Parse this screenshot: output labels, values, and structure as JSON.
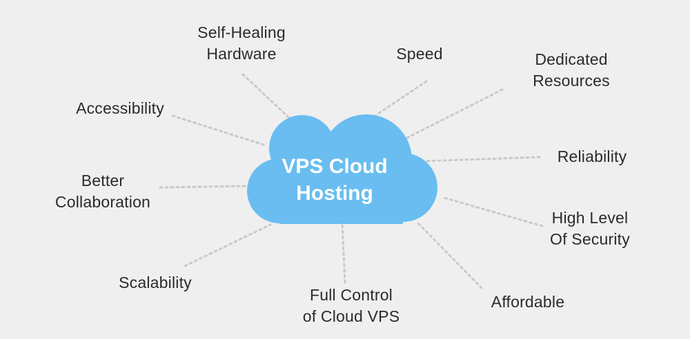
{
  "center": {
    "title": "VPS Cloud\nHosting",
    "cloud_color": "#69bdf0"
  },
  "connector_color": "#c9c9c9",
  "features": [
    {
      "id": "self-healing-hardware",
      "label": "Self-Healing\nHardware"
    },
    {
      "id": "speed",
      "label": "Speed"
    },
    {
      "id": "dedicated-resources",
      "label": "Dedicated\nResources"
    },
    {
      "id": "accessibility",
      "label": "Accessibility"
    },
    {
      "id": "reliability",
      "label": "Reliability"
    },
    {
      "id": "better-collaboration",
      "label": "Better\nCollaboration"
    },
    {
      "id": "high-level-of-security",
      "label": "High Level\nOf Security"
    },
    {
      "id": "scalability",
      "label": "Scalability"
    },
    {
      "id": "full-control-of-cloud-vps",
      "label": "Full Control\nof Cloud VPS"
    },
    {
      "id": "affordable",
      "label": "Affordable"
    }
  ]
}
